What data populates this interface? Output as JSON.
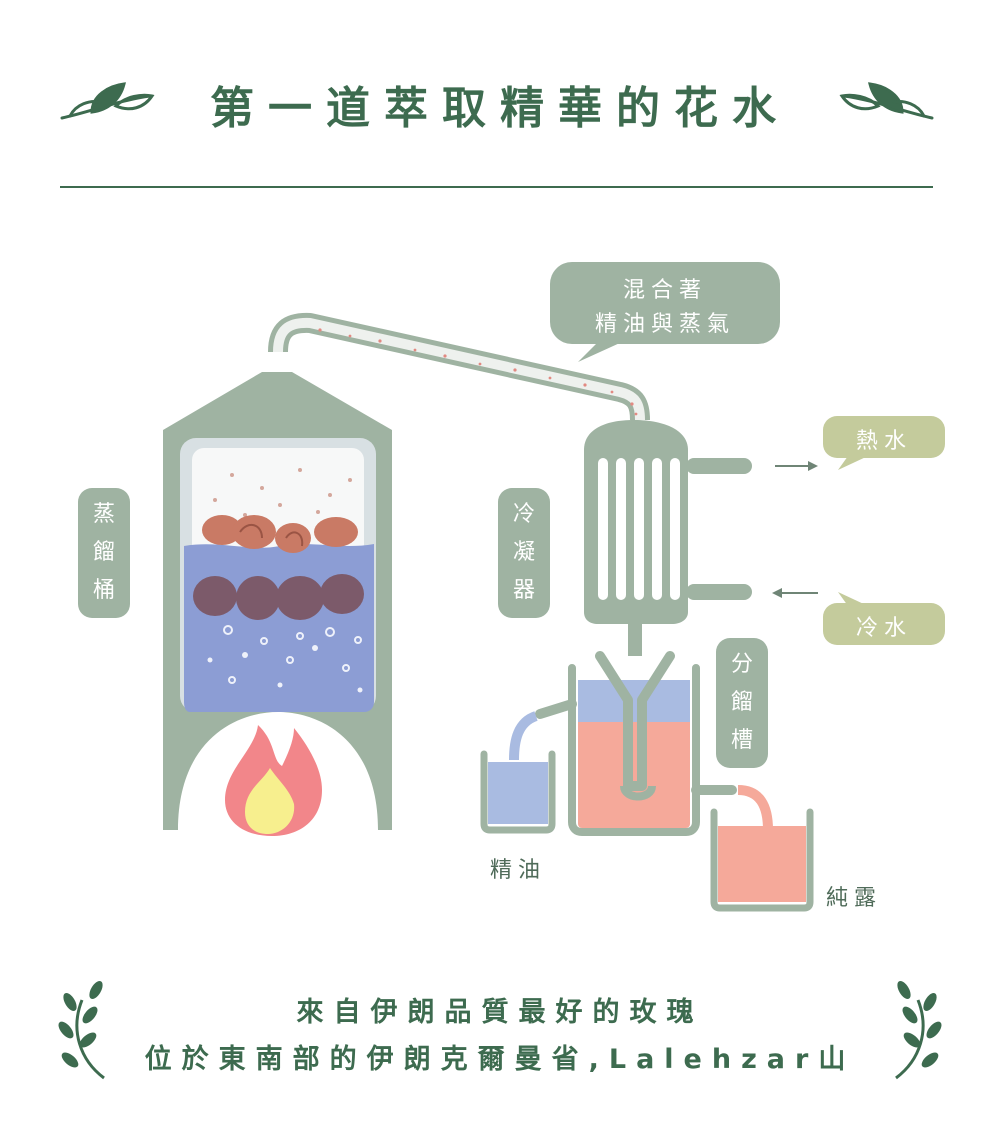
{
  "title": "第一道萃取精華的花水",
  "labels": {
    "bubble_line1": "混合著",
    "bubble_line2": "精油與蒸氣",
    "hot_water": "熱水",
    "cold_water": "冷水",
    "still": [
      "蒸",
      "餾",
      "桶"
    ],
    "condenser": [
      "冷",
      "凝",
      "器"
    ],
    "separator": [
      "分",
      "餾",
      "槽"
    ],
    "essential_oil": "精油",
    "hydrosol": "純露"
  },
  "footer": {
    "line1": "來自伊朗品質最好的玫瑰",
    "line2": "位於東南部的伊朗克爾曼省,Lalehzar山"
  },
  "colors": {
    "dark_green": "#3d6b4f",
    "sage": "#9fb3a2",
    "olive": "#c4cb9c",
    "water_blue": "#8c9dd4",
    "pink": "#f5a99a",
    "flame_red": "#f2868a",
    "flame_yellow": "#f7ef8e"
  }
}
